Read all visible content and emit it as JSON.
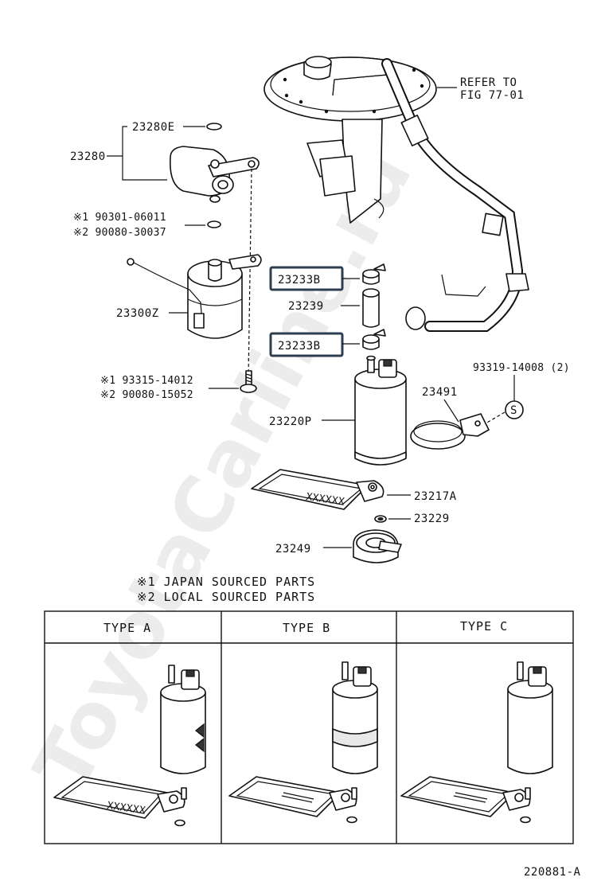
{
  "watermark": "ToyotaCarline.ru",
  "refer_note": {
    "line1": "REFER TO",
    "line2": "FIG 77-01"
  },
  "labels": {
    "p23280E": "23280E",
    "p23280": "23280",
    "p90301": "※1 90301-06011",
    "p90080a": "※2 90080-30037",
    "p23300Z": "23300Z",
    "p93315": "※1 93315-14012",
    "p90080b": "※2 90080-15052",
    "p23233B_top": "23233B",
    "p23239": "23239",
    "p23233B_bottom": "23233B",
    "p93319": "93319-14008 (2)",
    "p23491": "23491",
    "p23220P": "23220P",
    "p23217A": "23217A",
    "p23229": "23229",
    "p23249": "23249",
    "s_symbol": "S"
  },
  "legend": {
    "line1": "※1   JAPAN  SOURCED  PARTS",
    "line2": "※2   LOCAL  SOURCED  PARTS"
  },
  "types": {
    "a": "TYPE  A",
    "b": "TYPE  B",
    "c": "TYPE  C",
    "mark": "XXXXXX"
  },
  "figure_id": "220881-A"
}
